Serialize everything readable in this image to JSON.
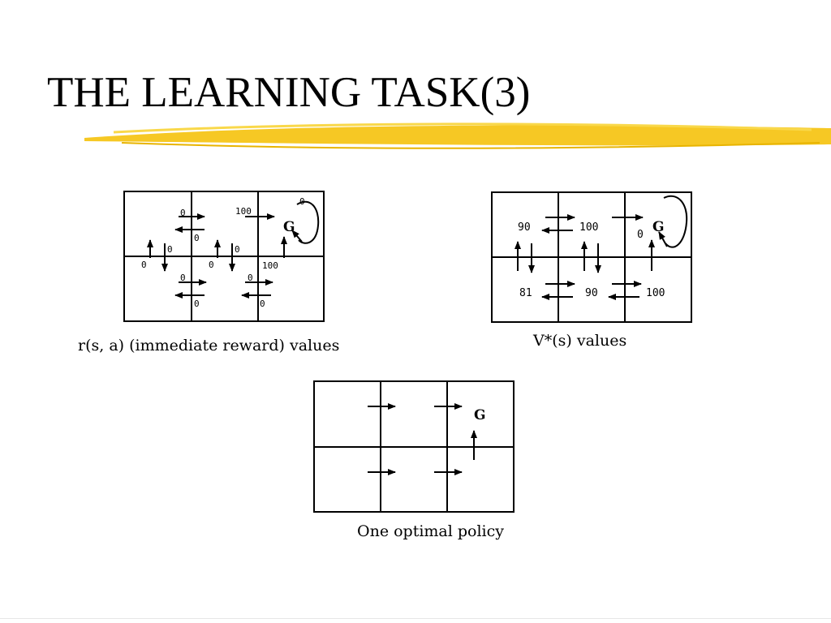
{
  "slide": {
    "title": "THE LEARNING TASK(3)",
    "brand_color": "#f5c518"
  },
  "goal_label": "G",
  "reward_grid": {
    "caption": "r(s, a) (immediate reward) values",
    "labels": [
      "0",
      "0",
      "100",
      "0",
      "0",
      "0",
      "0",
      "0",
      "100",
      "0",
      "0",
      "0",
      "0"
    ]
  },
  "value_grid": {
    "caption": "V*(s) values",
    "labels": [
      "90",
      "100",
      "0",
      "81",
      "90",
      "100"
    ]
  },
  "policy_grid": {
    "caption": "One optimal policy"
  }
}
